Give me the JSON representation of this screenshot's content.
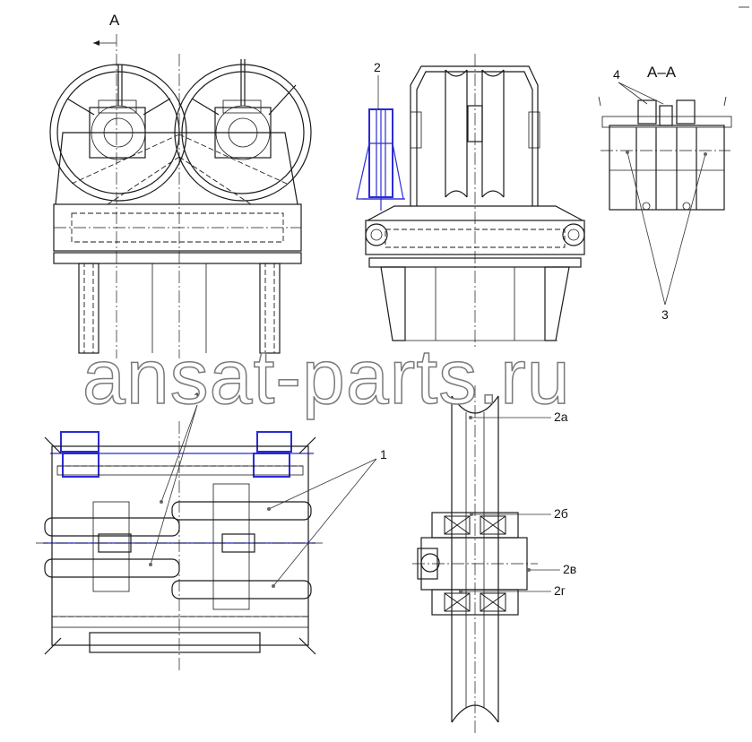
{
  "labels": {
    "section_mark": "A",
    "section_title": "A–A",
    "pos_1": "1",
    "pos_2": "2",
    "pos_3": "3",
    "pos_4": "4",
    "pos_2a": "2а",
    "pos_2b": "2б",
    "pos_2v": "2в",
    "pos_2g": "2г"
  },
  "watermark": "ansat-parts.ru",
  "colors": {
    "line": "#1a1a1a",
    "highlight": "#2b2bd6",
    "watermark": "#7a7a7a"
  }
}
